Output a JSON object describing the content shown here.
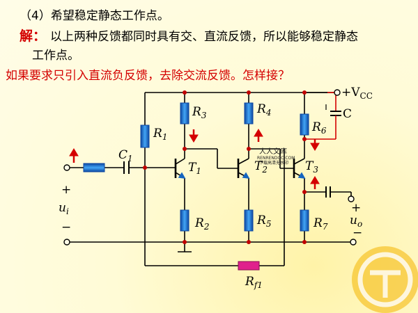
{
  "text": {
    "question": "（4）希望稳定静态工作点。",
    "solution_label": "解：",
    "solution_line1": "以上两种反馈都同时具有交、直流反馈，所以能够稳定静态",
    "solution_line2": "工作点。",
    "prompt": "如果要求只引入直流负反馈，去除交流反馈。怎样接？"
  },
  "labels": {
    "R1": "R",
    "R1_sub": "1",
    "R2": "R",
    "R2_sub": "2",
    "R3": "R",
    "R3_sub": "3",
    "R4": "R",
    "R4_sub": "4",
    "R5": "R",
    "R5_sub": "5",
    "R6": "R",
    "R6_sub": "6",
    "R7": "R",
    "R7_sub": "7",
    "C1": "C",
    "C1_sub": "1",
    "C": "C",
    "T1": "T",
    "T1_sub": "1",
    "T2": "T",
    "T2_sub": "2",
    "T3": "T",
    "T3_sub": "3",
    "Rf1": "R",
    "Rf1_sub": "f1",
    "vcc": "+V",
    "vcc_sub": "CC",
    "ui": "u",
    "ui_sub": "i",
    "uo": "u",
    "uo_sub": "o",
    "plus_in": "+",
    "minus_in": "−",
    "plus_out": "+",
    "minus_out": "−"
  },
  "watermark": {
    "title": "人人文库",
    "url": "RENRENDOC.COM",
    "tagline": "下载高清无水印"
  },
  "colors": {
    "wire": "#000000",
    "resistor": "#1565c0",
    "feedback_resistor": "#e0208c",
    "arrow": "#d40000",
    "node": "#c00000",
    "cap_wire": "#d40000"
  }
}
